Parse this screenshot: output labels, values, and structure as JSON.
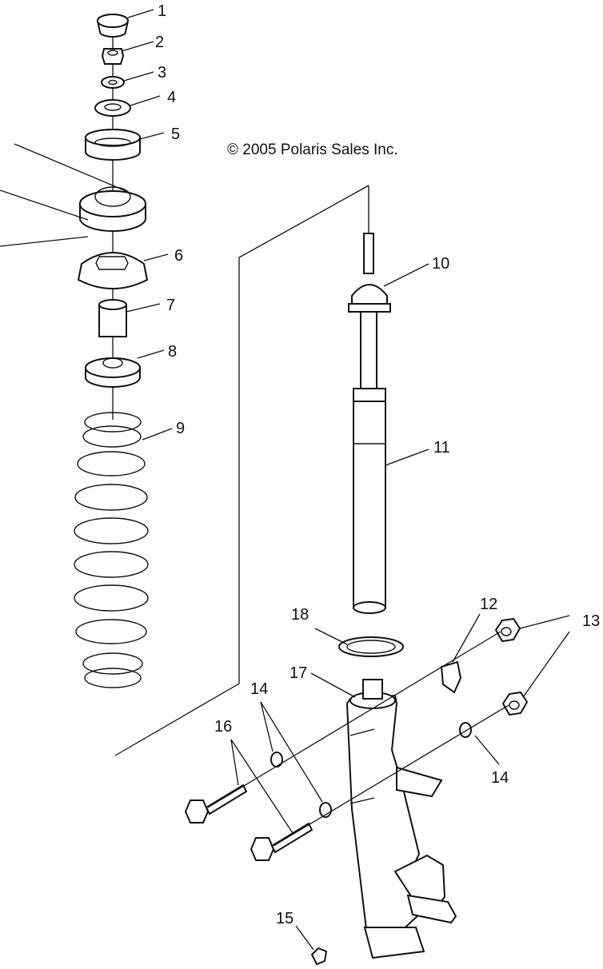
{
  "copyright": "© 2005 Polaris Sales Inc.",
  "callouts": {
    "c1": "1",
    "c2": "2",
    "c3": "3",
    "c4": "4",
    "c5": "5",
    "c6": "6",
    "c7": "7",
    "c8": "8",
    "c9": "9",
    "c10": "10",
    "c11": "11",
    "c12": "12",
    "c13": "13",
    "c14a": "14",
    "c14b": "14",
    "c15": "15",
    "c16": "16",
    "c17": "17",
    "c18": "18"
  }
}
